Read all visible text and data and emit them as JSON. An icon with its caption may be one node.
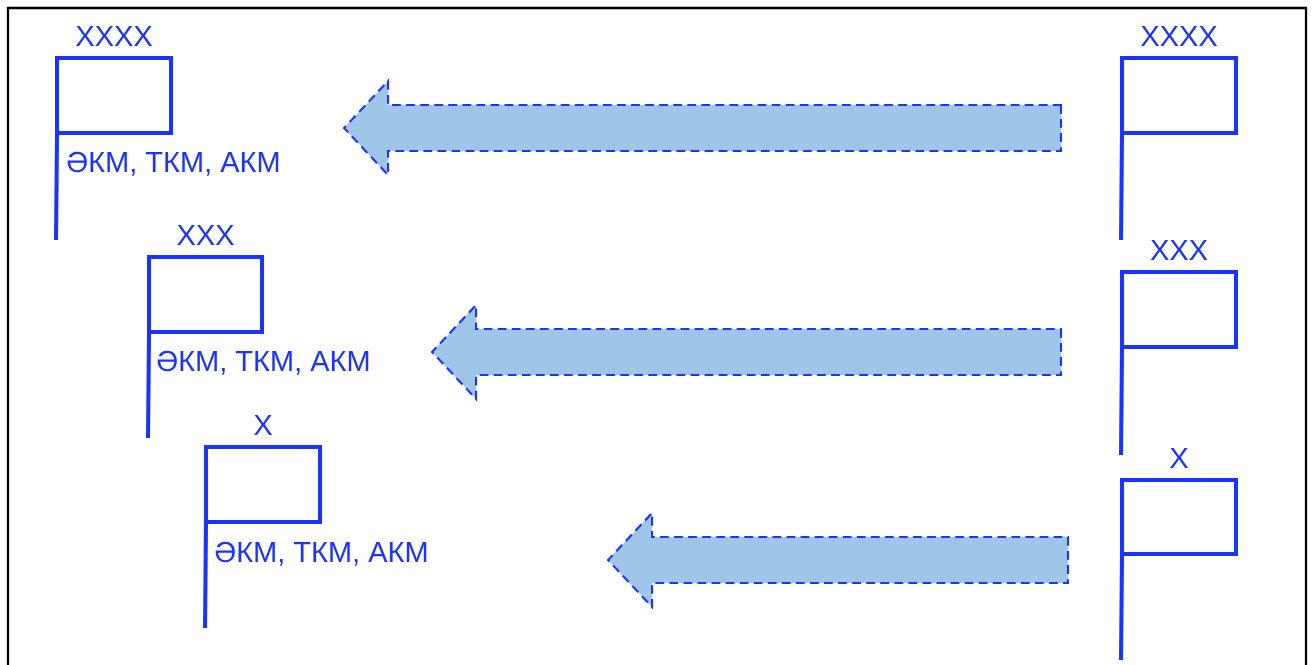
{
  "diagram": {
    "nodes": [
      {
        "text": [
          "XXXX"
        ],
        "beside": [
          "ӘКМ, ТКМ, АКМ"
        ]
      },
      {
        "text": [
          "XXXX"
        ]
      },
      {
        "text": [
          "XXX"
        ],
        "beside": [
          "ӘКМ, ТКМ, АКМ"
        ]
      },
      {
        "text": [
          "XXX"
        ]
      },
      {
        "text": [
          "X"
        ],
        "beside": [
          "ӘКМ, ТКМ, АКМ"
        ]
      },
      {
        "text": [
          "X"
        ]
      }
    ],
    "edges": [
      {
        "from": 1,
        "to": 0,
        "arrow": "to"
      },
      {
        "from": 3,
        "to": 2,
        "arrow": "to"
      },
      {
        "from": 5,
        "to": 4,
        "arrow": "to"
      }
    ]
  }
}
